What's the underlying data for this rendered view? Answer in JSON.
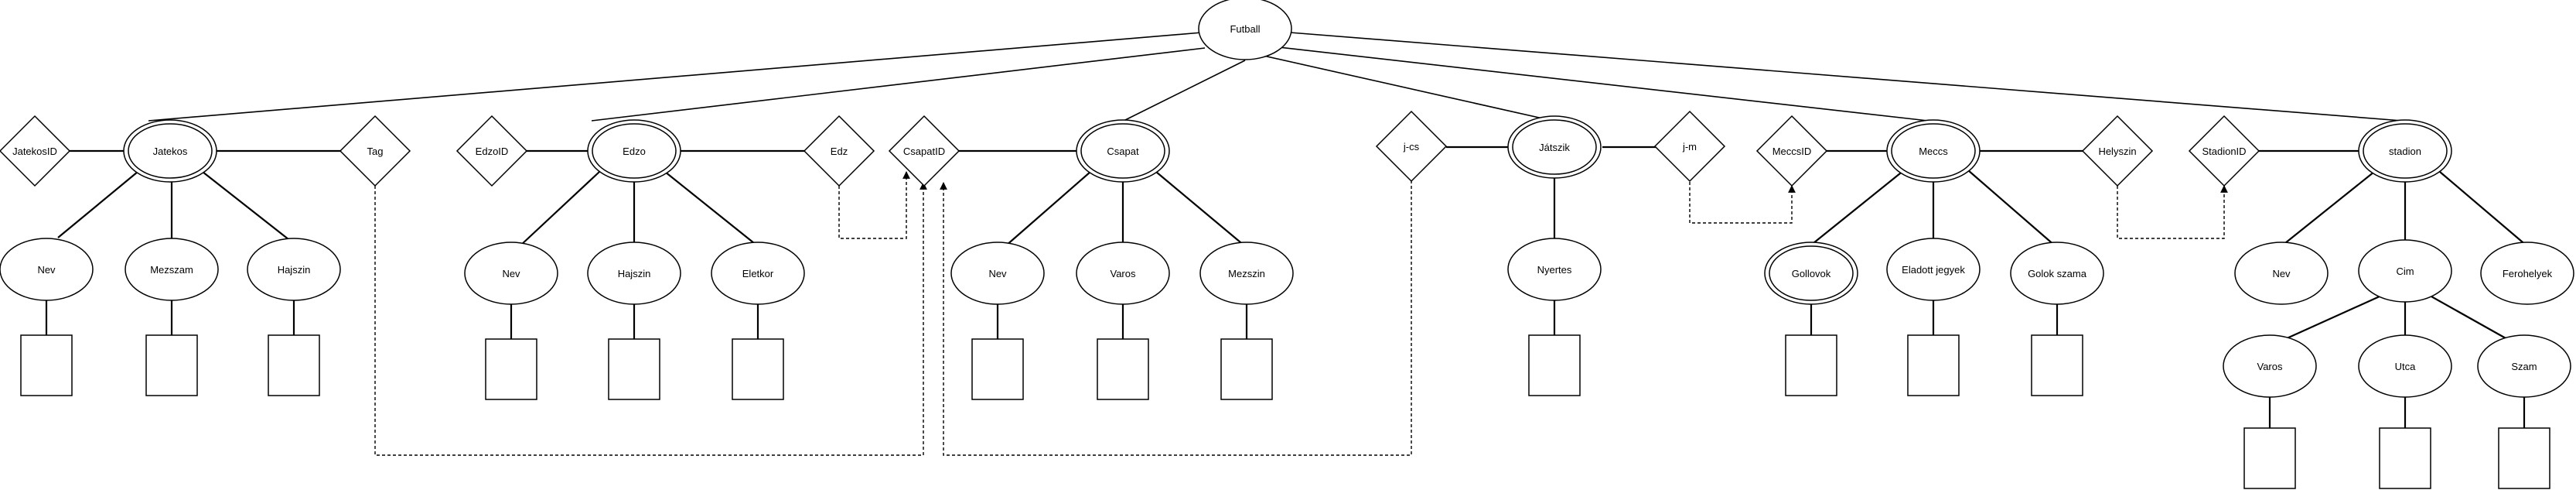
{
  "diagram": {
    "root": {
      "label": "Futball"
    },
    "entities": {
      "jatekos": "Jatekos",
      "edzo": "Edzo",
      "csapat": "Csapat",
      "jatszik": "Játszik",
      "meccs": "Meccs",
      "stadion": "stadion"
    },
    "diamonds": {
      "jatekos_id": "JatekosID",
      "tag": "Tag",
      "edzo_id": "EdzoID",
      "edz": "Edz",
      "csapat_id": "CsapatID",
      "j_cs": "j-cs",
      "j_m": "j-m",
      "meccs_id": "MeccsID",
      "helyszin": "Helyszin",
      "stadion_id": "StadionID"
    },
    "attributes": {
      "jatekos_nev": "Nev",
      "jatekos_mezszam": "Mezszam",
      "jatekos_hajszin": "Hajszin",
      "edzo_nev": "Nev",
      "edzo_hajszin": "Hajszin",
      "edzo_eletkor": "Eletkor",
      "csapat_nev": "Nev",
      "csapat_varos": "Varos",
      "csapat_mezszin": "Mezszin",
      "jatszik_nyertes": "Nyertes",
      "meccs_gollovok": "Gollovok",
      "meccs_eladott_jegyek": "Eladott jegyek",
      "meccs_golok_szama": "Golok szama",
      "stadion_nev": "Nev",
      "stadion_cim": "Cim",
      "stadion_ferohelyek": "Ferohelyek",
      "cim_varos": "Varos",
      "cim_utca": "Utca",
      "cim_szam": "Szam"
    }
  }
}
